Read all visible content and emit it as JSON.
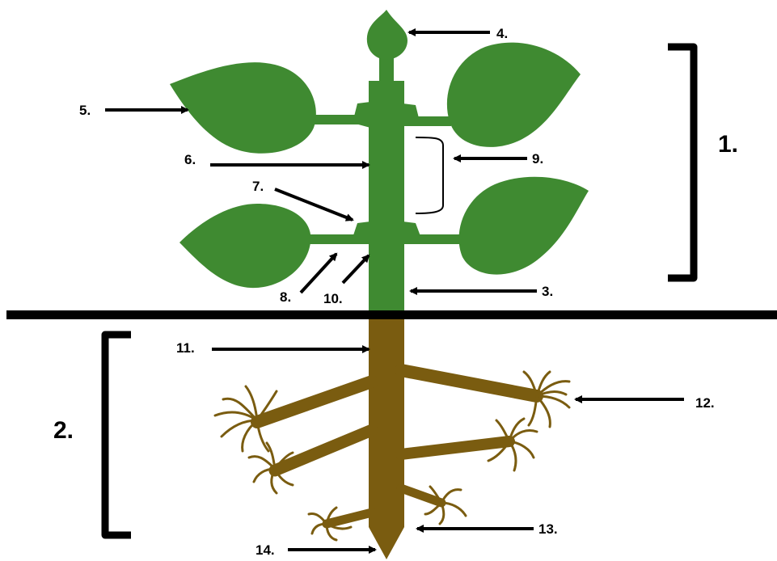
{
  "diagram": {
    "labels": {
      "l1": "1.",
      "l2": "2.",
      "l3": "3.",
      "l4": "4.",
      "l5": "5.",
      "l6": "6.",
      "l7": "7.",
      "l8": "8.",
      "l9": "9.",
      "l10": "10.",
      "l11": "11.",
      "l12": "12.",
      "l13": "13.",
      "l14": "14."
    },
    "colors": {
      "shoot": "#3f8a31",
      "root": "#7a5c10",
      "ground": "#000000",
      "arrow": "#000000"
    }
  }
}
